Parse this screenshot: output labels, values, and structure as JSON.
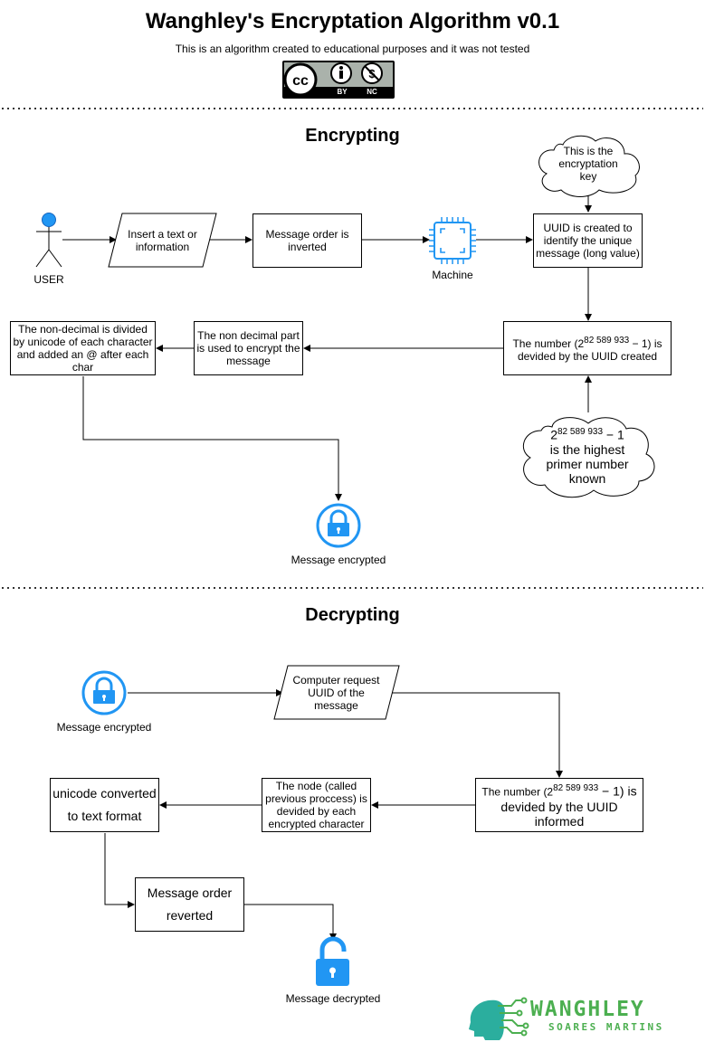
{
  "header": {
    "title": "Wanghley's Encryptation Algorithm v0.1",
    "subtitle": "This is an algorithm created to educational purposes and it was not tested",
    "license_badge": {
      "by": "BY",
      "nc": "NC"
    }
  },
  "encrypting": {
    "title": "Encrypting",
    "user_label": "USER",
    "input_step": "Insert a text or information",
    "invert_step": "Message order is inverted",
    "machine_label": "Machine",
    "key_cloud": "This is the encryptation key",
    "uuid_step": "UUID is created to identify the unique message (long value)",
    "number_prefix": "The number (2",
    "number_exp": "82 589 933",
    "number_suffix": " − 1) is devided by the UUID created",
    "non_decimal_step": "The non decimal part is used to encrypt the message",
    "divide_step": "The non-decimal is divided by unicode of each character and added an @ after each char",
    "prime_cloud_base": "2",
    "prime_cloud_exp": "82 589 933",
    "prime_cloud_minus": " − 1",
    "prime_cloud_text": "is the highest primer number known",
    "result_label": "Message encrypted"
  },
  "decrypting": {
    "title": "Decrypting",
    "start_label": "Message encrypted",
    "request_step": "Computer request UUID of the message",
    "number_prefix": "The number (2",
    "number_exp": "82 589 933",
    "number_suffix": " − 1) is devided by the UUID informed",
    "node_step": "The node (called previous proccess) is devided by each encrypted character",
    "unicode_step": "unicode converted to text format",
    "revert_step": "Message order reverted",
    "result_label": "Message decrypted"
  },
  "logo": {
    "name": "WANGHLEY",
    "tagline": "SOARES MARTINS"
  },
  "colors": {
    "lock_blue": "#2196F3",
    "user_blue": "#2196F3",
    "brand_teal": "#2BAE9E",
    "brand_green": "#4CAF50"
  }
}
